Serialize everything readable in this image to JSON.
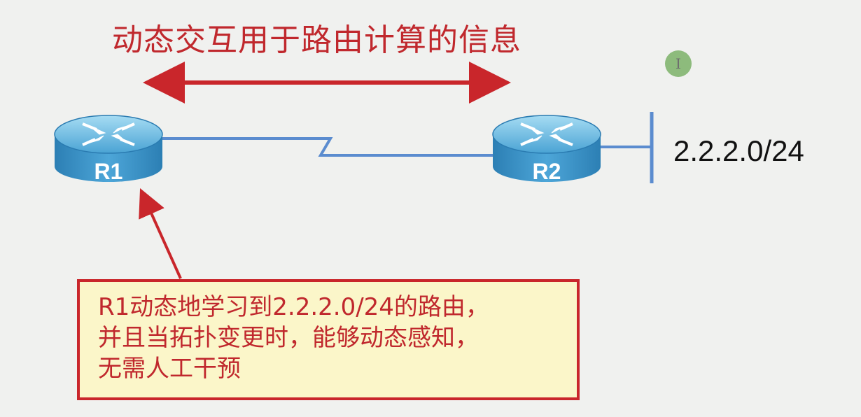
{
  "diagram": {
    "title": "动态交互用于路由计算的信息",
    "routers": {
      "r1": {
        "label": "R1"
      },
      "r2": {
        "label": "R2"
      }
    },
    "network": {
      "subnet": "2.2.2.0/24"
    },
    "note": {
      "lines": [
        "R1动态地学习到2.2.2.0/24的路由，",
        "并且当拓扑变更时，能够动态感知，",
        "无需人工干预"
      ]
    },
    "colors": {
      "accent_red": "#c0282d",
      "link_blue": "#5b8ccf",
      "note_fill": "#fbf6c9",
      "router_blue": "#3f93c4"
    }
  },
  "overlay": {
    "cursor_glyph": "I"
  }
}
